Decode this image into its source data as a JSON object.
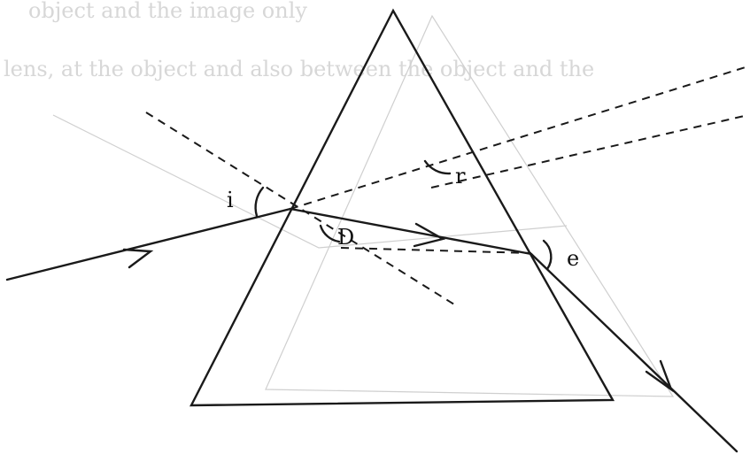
{
  "diagram": {
    "labels": {
      "incidence_angle": "i",
      "refraction_angle": "r",
      "deviation_angle": "D",
      "emergence_angle": "e"
    },
    "bleed_through": {
      "line1": "object and the image only",
      "line2": "lens, at the object and also between the object and the"
    }
  }
}
